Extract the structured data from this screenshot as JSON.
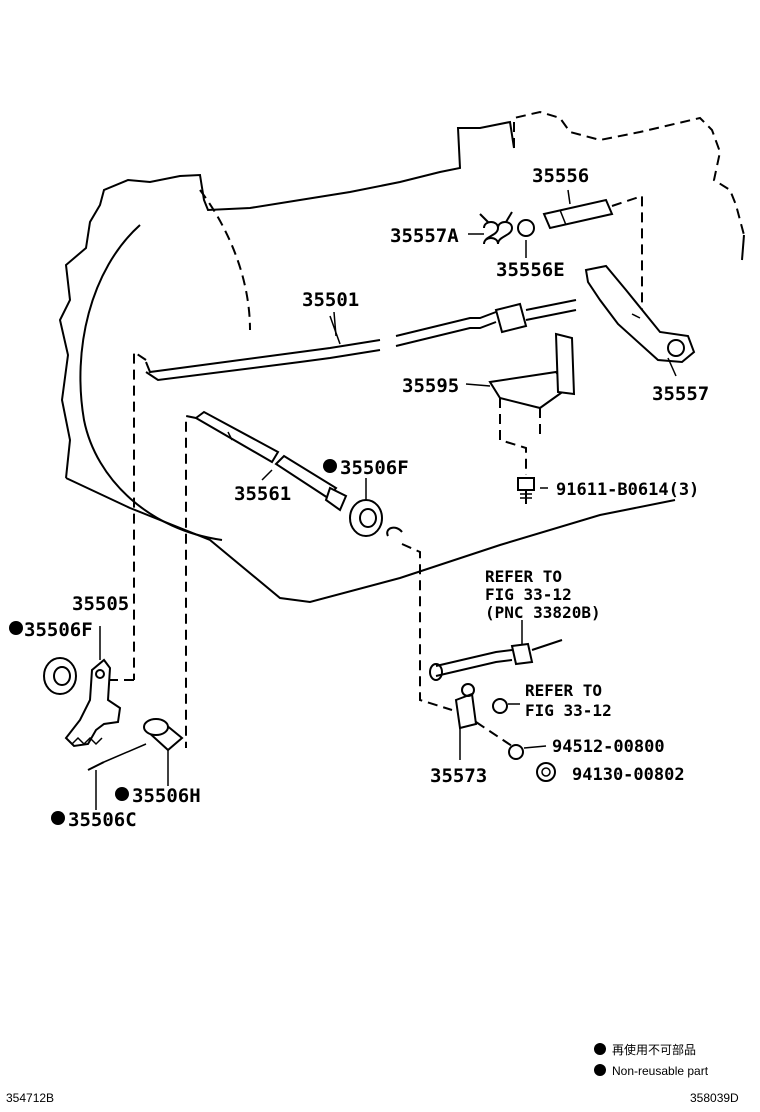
{
  "labels": {
    "p35556": "35556",
    "p35557A": "35557A",
    "p35556E": "35556E",
    "p35501": "35501",
    "p35557": "35557",
    "p35595": "35595",
    "p35506F_top": "35506F",
    "p91611": "91611-B0614(3)",
    "p35561": "35561",
    "p35505": "35505",
    "p35506F_left": "35506F",
    "p35573": "35573",
    "p35506H": "35506H",
    "p35506C": "35506C",
    "p94512": "94512-00800",
    "p94130": "94130-00802"
  },
  "references": {
    "ref1_line1": "REFER TO",
    "ref1_line2": "FIG 33-12",
    "ref1_line3": "(PNC 33820B)",
    "ref2_line1": "REFER TO",
    "ref2_line2": "FIG 33-12"
  },
  "legend": {
    "japanese": "再使用不可部品",
    "english": "Non-reusable part"
  },
  "footer": {
    "left_code": "354712B",
    "right_code": "358039D"
  }
}
